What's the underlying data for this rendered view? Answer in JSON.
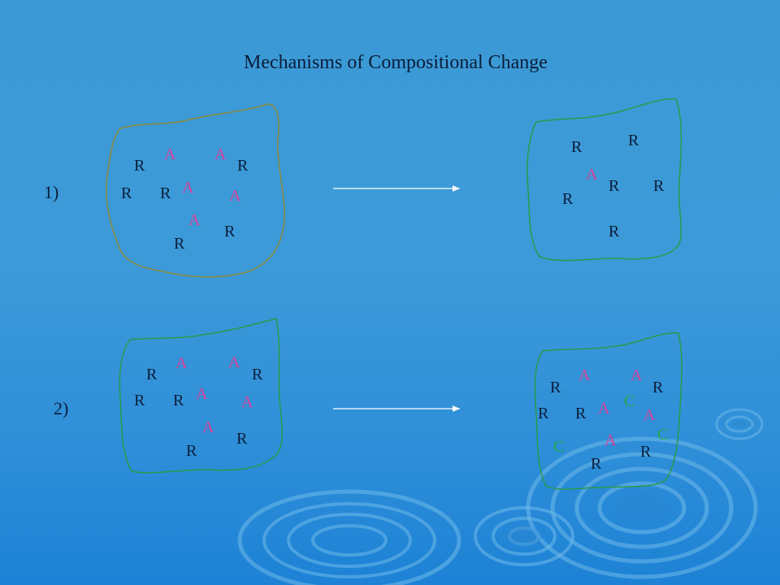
{
  "title": "Mechanisms of Compositional Change",
  "colors": {
    "R": "#0b1d3a",
    "A": "#d9409a",
    "C": "#22a84a"
  },
  "rows": [
    {
      "label": "1)",
      "before": [
        "A",
        "A",
        "R",
        "R",
        "A",
        "R",
        "R",
        "A",
        "A",
        "R",
        "R"
      ],
      "after": [
        "R",
        "R",
        "A",
        "R",
        "R",
        "R",
        "R"
      ]
    },
    {
      "label": "2)",
      "before": [
        "A",
        "A",
        "R",
        "R",
        "A",
        "R",
        "R",
        "A",
        "A",
        "R",
        "R"
      ],
      "after": [
        "A",
        "A",
        "R",
        "R",
        "A",
        "C",
        "R",
        "R",
        "A",
        "C",
        "C",
        "A",
        "R",
        "R"
      ]
    }
  ]
}
